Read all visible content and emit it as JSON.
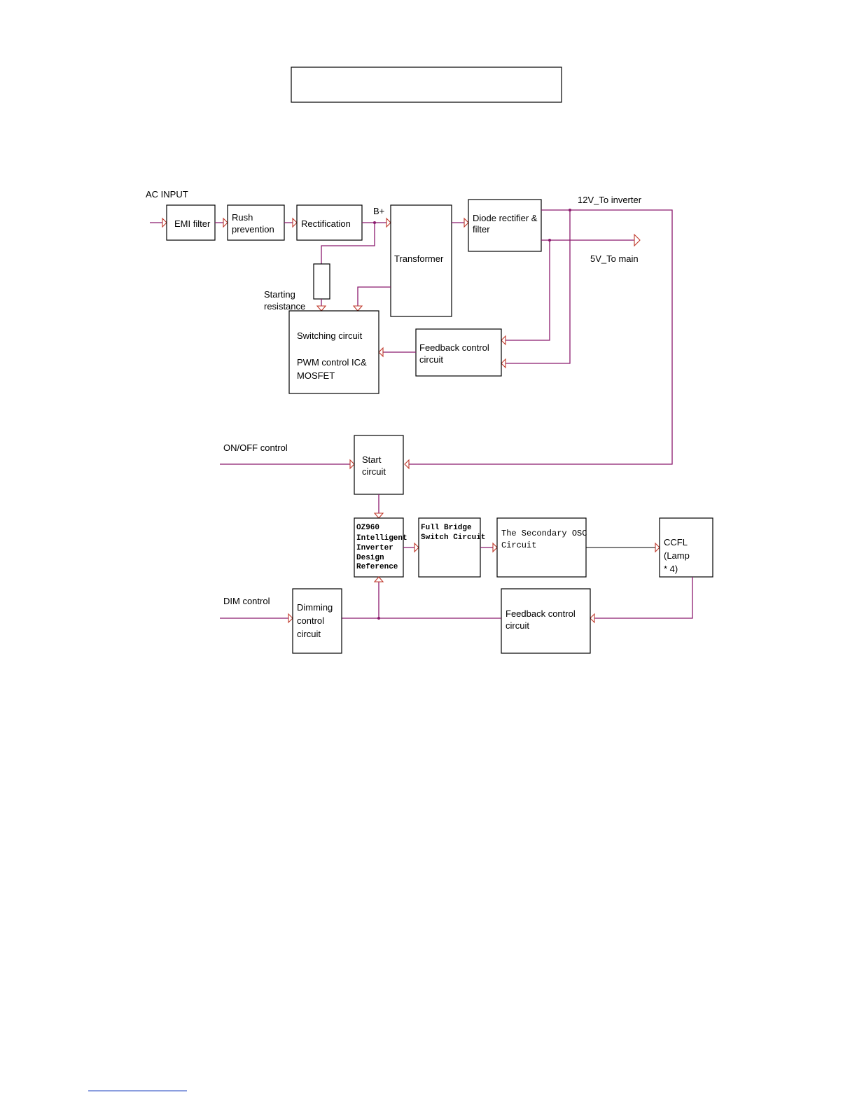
{
  "labels": {
    "ac_input": "AC INPUT",
    "b_plus": "B+",
    "v12": "12V_To inverter",
    "v5": "5V_To main",
    "starting_resistance": [
      "Starting",
      "resistance"
    ],
    "on_off": "ON/OFF control",
    "dim": "DIM control"
  },
  "blocks": {
    "emi": [
      "EMI filter"
    ],
    "rush": [
      "Rush",
      "prevention"
    ],
    "rect": [
      "Rectification"
    ],
    "transformer": [
      "Transformer"
    ],
    "diode": [
      "Diode rectifier &",
      "filter"
    ],
    "switching": [
      "Switching circuit",
      "PWM control IC&",
      "MOSFET"
    ],
    "feedback1": [
      "Feedback control",
      "circuit"
    ],
    "start": [
      "Start",
      "circuit"
    ],
    "oz960": [
      "OZ960",
      "Intelligent",
      "Inverter",
      "Design",
      "Reference"
    ],
    "fullbridge": [
      "Full Bridge",
      "Switch Circuit"
    ],
    "secondary": [
      "The Secondary OSC",
      "Circuit"
    ],
    "ccfl": [
      "CCFL",
      "(Lamp",
      "* 4)"
    ],
    "dimming": [
      "Dimming",
      "control",
      "circuit"
    ],
    "feedback2": [
      "Feedback control",
      "circuit"
    ]
  },
  "colors": {
    "wire": "#8b1a6e",
    "arrow": "#c0392b",
    "box": "#000000"
  }
}
